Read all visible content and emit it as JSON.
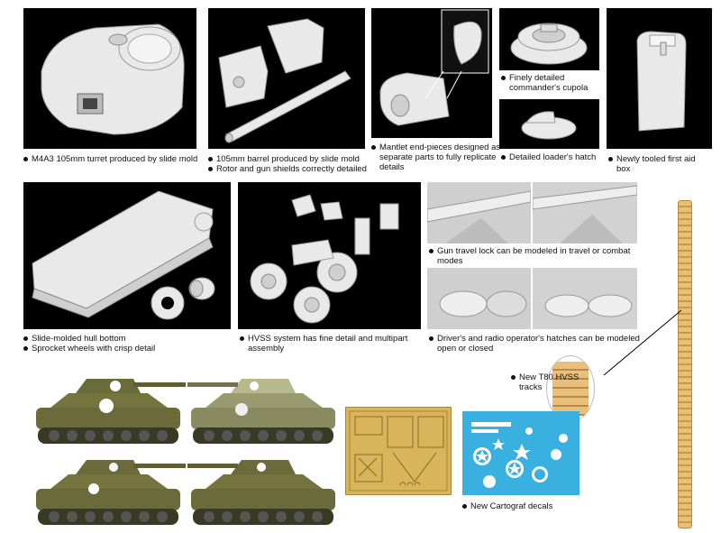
{
  "captions": {
    "turret": [
      "M4A3 105mm turret produced by slide mold"
    ],
    "barrel": [
      "105mm barrel produced by slide mold",
      "Rotor and gun shields correctly detailed"
    ],
    "mantlet": [
      "Mantlet end-pieces designed as separate parts to fully replicate details"
    ],
    "cupola": [
      "Finely detailed commander's cupola"
    ],
    "loader": [
      "Detailed loader's hatch"
    ],
    "aidbox": [
      "Newly tooled first aid box"
    ],
    "hull": [
      "Slide-molded hull bottom",
      "Sprocket wheels with crisp detail"
    ],
    "hvss": [
      "HVSS system has fine detail and multipart assembly"
    ],
    "travel_lock": [
      "Gun travel lock can be modeled in travel or combat modes"
    ],
    "hatches": [
      "Driver's and radio operator's hatches can be modeled open or closed"
    ],
    "tracks": [
      "New T80 HVSS tracks"
    ],
    "decals": [
      "New Cartograf decals"
    ]
  },
  "colors": {
    "panel_bg": "#000000",
    "part_gray": "#e9e9e9",
    "olive_drab": "#6b6a3a",
    "photo_etch": "#d9b45a",
    "decal_blue": "#3ab0e0",
    "track_tan": "#e8c07a"
  }
}
